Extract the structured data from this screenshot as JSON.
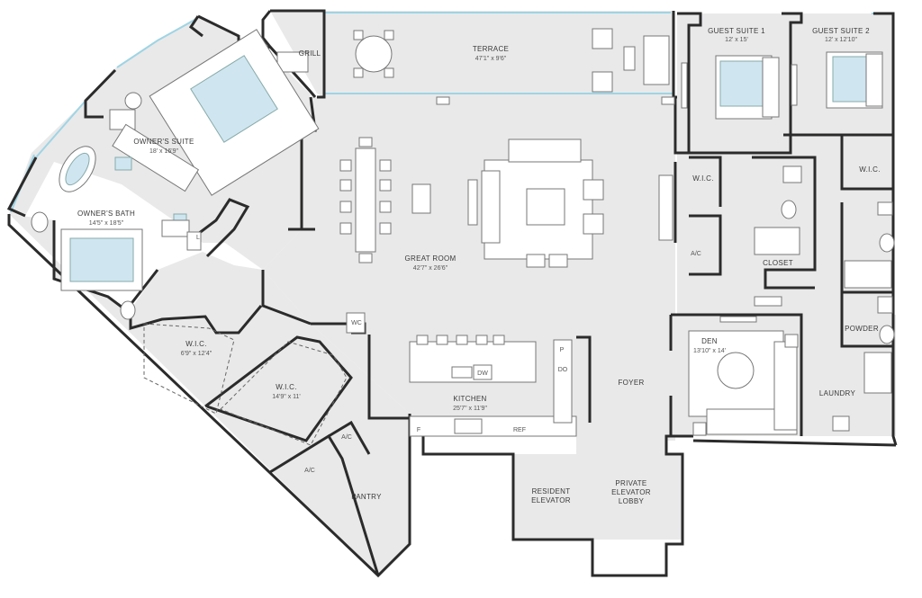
{
  "colors": {
    "floor": "#e9e9ea",
    "wall": "#2b2b2b",
    "glass": "#9fd4e4",
    "bed": "#cfe6f0",
    "background": "#ffffff"
  },
  "rooms": {
    "terrace": {
      "name": "TERRACE",
      "dims": "47'1\" x 9'6\""
    },
    "grill": {
      "name": "GRILL"
    },
    "guest1": {
      "name": "GUEST SUITE 1",
      "dims": "12' x 15'"
    },
    "guest2": {
      "name": "GUEST SUITE 2",
      "dims": "12' x 12'10\""
    },
    "owners_suite": {
      "name": "OWNER'S SUITE",
      "dims": "18' x 16'9\""
    },
    "owners_bath": {
      "name": "OWNER'S BATH",
      "dims": "14'5\" x 18'5\""
    },
    "great_room": {
      "name": "GREAT ROOM",
      "dims": "42'7\" x 26'6\""
    },
    "wic_small": {
      "name": "W.I.C.",
      "dims": "6'9\" x 12'4\""
    },
    "wic_large": {
      "name": "W.I.C.",
      "dims": "14'9\" x 11'"
    },
    "wic_g1": {
      "name": "W.I.C."
    },
    "wic_g2": {
      "name": "W.I.C."
    },
    "kitchen": {
      "name": "KITCHEN",
      "dims": "25'7\" x 11'9\""
    },
    "foyer": {
      "name": "FOYER"
    },
    "den": {
      "name": "DEN",
      "dims": "13'10\" x 14'"
    },
    "laundry": {
      "name": "LAUNDRY"
    },
    "powder": {
      "name": "POWDER"
    },
    "closet": {
      "name": "CLOSET"
    },
    "pantry": {
      "name": "PANTRY"
    },
    "resident_elevator": {
      "line1": "RESIDENT",
      "line2": "ELEVATOR"
    },
    "private_lobby": {
      "line1": "PRIVATE",
      "line2": "ELEVATOR",
      "line3": "LOBBY"
    }
  },
  "fixtures": {
    "wc": "WC",
    "dw": "DW",
    "p": "P",
    "do": "DO",
    "f": "F",
    "ref": "REF",
    "ac": "A/C",
    "l": "L"
  }
}
